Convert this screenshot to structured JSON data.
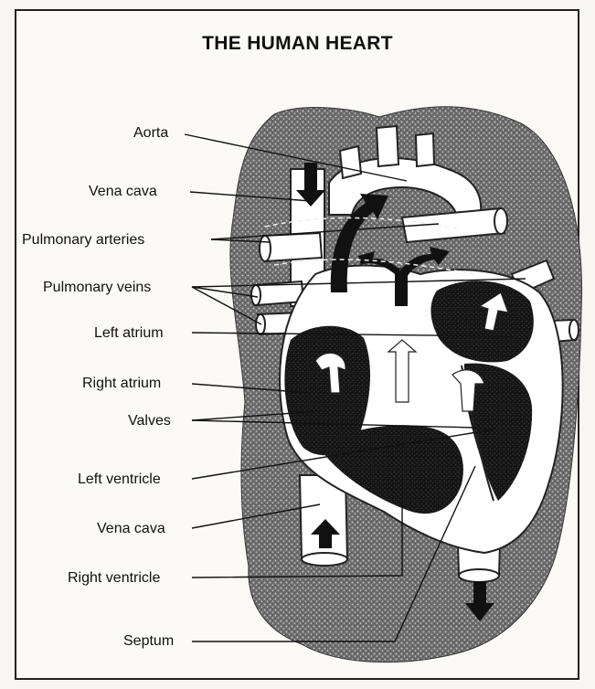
{
  "title": "THE HUMAN HEART",
  "labels": {
    "aorta": "Aorta",
    "vena_cava_top": "Vena cava",
    "pulmonary_arteries": "Pulmonary arteries",
    "pulmonary_veins": "Pulmonary veins",
    "left_atrium": "Left atrium",
    "right_atrium": "Right atrium",
    "valves": "Valves",
    "left_ventricle": "Left ventricle",
    "vena_cava_bottom": "Vena cava",
    "right_ventricle": "Right ventricle",
    "septum": "Septum"
  }
}
